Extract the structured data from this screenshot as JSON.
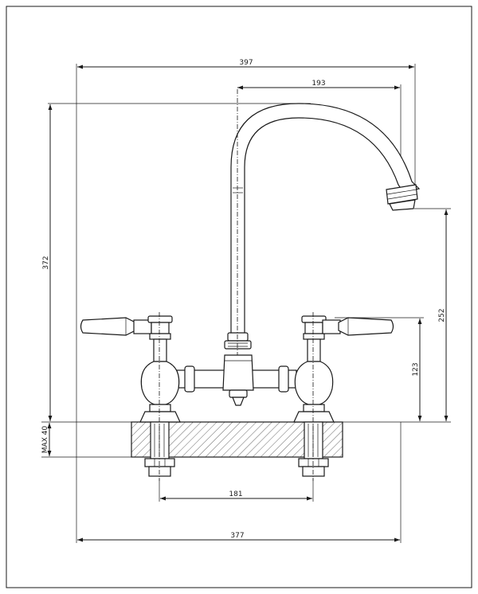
{
  "drawing": {
    "dimensions": {
      "overall_reach": "397",
      "spout_reach": "193",
      "overall_height": "372",
      "spout_outlet_height": "252",
      "handle_height": "123",
      "max_deck_thickness": "MAX 40",
      "tap_centres": "181",
      "base_width": "377"
    }
  }
}
